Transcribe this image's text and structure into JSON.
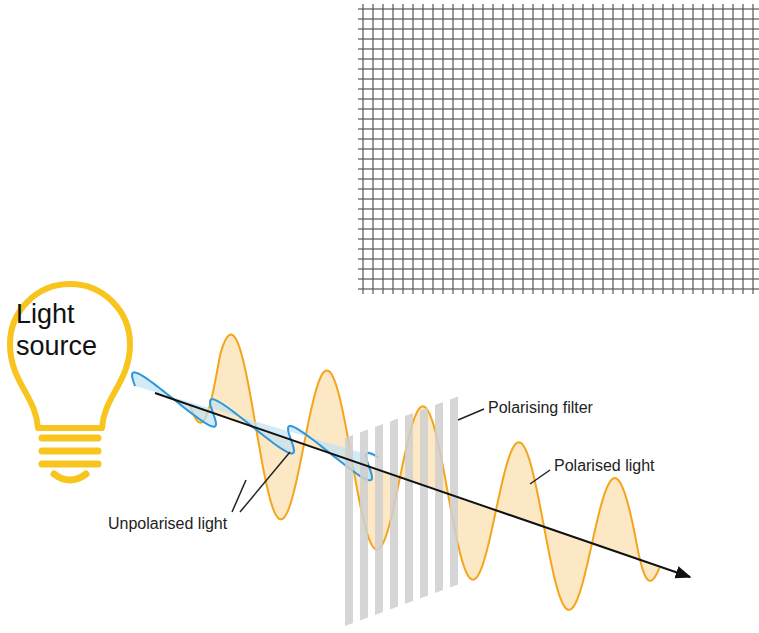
{
  "diagram": {
    "nodes": [
      {
        "text": [
          "Light source"
        ]
      }
    ],
    "labels": [
      "Polarising filter",
      "Polarised light",
      "Unpolarised light"
    ]
  }
}
